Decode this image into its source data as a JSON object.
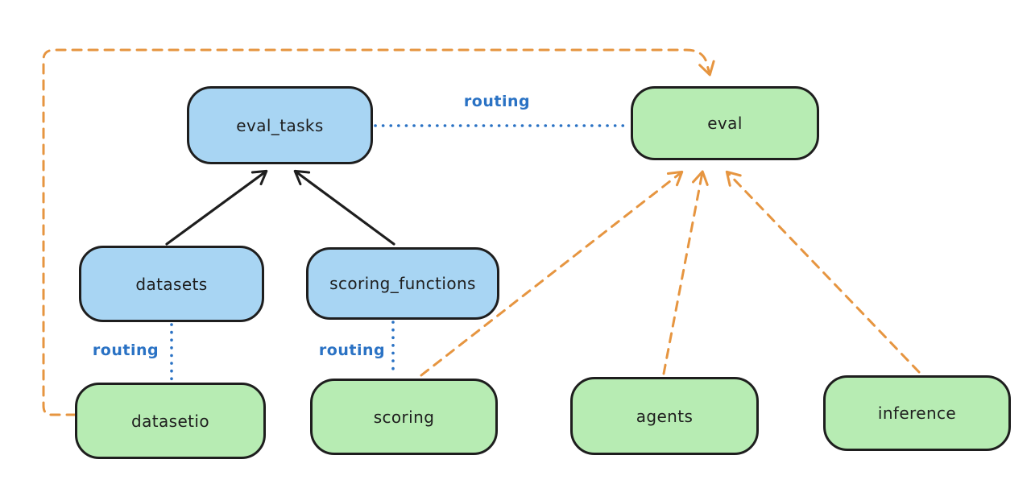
{
  "nodes": {
    "eval_tasks": {
      "label": "eval_tasks",
      "fill": "blue"
    },
    "datasets": {
      "label": "datasets",
      "fill": "blue"
    },
    "scoring_functions": {
      "label": "scoring_functions",
      "fill": "blue"
    },
    "eval": {
      "label": "eval",
      "fill": "green"
    },
    "datasetio": {
      "label": "datasetio",
      "fill": "green"
    },
    "scoring": {
      "label": "scoring",
      "fill": "green"
    },
    "agents": {
      "label": "agents",
      "fill": "green"
    },
    "inference": {
      "label": "inference",
      "fill": "green"
    }
  },
  "edge_labels": {
    "routing_top": "routing",
    "routing_datasets": "routing",
    "routing_scoring": "routing"
  },
  "edges": [
    {
      "from": "datasets",
      "to": "eval_tasks",
      "style": "solid-black-arrow",
      "label": ""
    },
    {
      "from": "scoring_functions",
      "to": "eval_tasks",
      "style": "solid-black-arrow",
      "label": ""
    },
    {
      "from": "eval_tasks",
      "to": "eval",
      "style": "dotted-blue",
      "label": "routing"
    },
    {
      "from": "datasets",
      "to": "datasetio",
      "style": "dotted-blue",
      "label": "routing"
    },
    {
      "from": "scoring_functions",
      "to": "scoring",
      "style": "dotted-blue",
      "label": "routing"
    },
    {
      "from": "scoring",
      "to": "eval",
      "style": "dashed-orange-arrow",
      "label": ""
    },
    {
      "from": "agents",
      "to": "eval",
      "style": "dashed-orange-arrow",
      "label": ""
    },
    {
      "from": "inference",
      "to": "eval",
      "style": "dashed-orange-arrow",
      "label": ""
    },
    {
      "from": "datasetio",
      "to": "eval",
      "style": "dashed-orange-arrow",
      "label": ""
    }
  ],
  "colors": {
    "blue_node_fill": "#a8d5f3",
    "green_node_fill": "#b7ecb3",
    "node_stroke": "#1e1e1e",
    "routing_blue": "#2a72c4",
    "orange_dash": "#e69540",
    "background": "#ffffff"
  }
}
